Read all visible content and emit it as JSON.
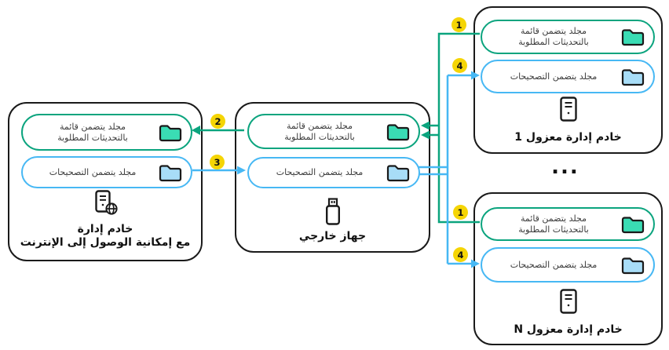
{
  "colors": {
    "green_line": "#0ba47e",
    "green_folder_fill": "#3adcb4",
    "blue_line": "#47b8f4",
    "blue_folder_fill": "#a8ddf7",
    "badge_yellow": "#f5d505",
    "outline_black": "#1a1a1a"
  },
  "steps": [
    "1",
    "2",
    "3",
    "4"
  ],
  "ellipsis": "...",
  "folders": {
    "updates_line1": "مجلد يتضمن قائمة",
    "updates_line2": "بالتحديثات المطلوبة",
    "patches": "مجلد يتضمن التصحيحات"
  },
  "nodes": {
    "internet_server": {
      "label_line1": "خادم إدارة",
      "label_line2": "مع إمكانية الوصول إلى الإنترنت"
    },
    "external_device": {
      "label": "جهاز خارجي"
    },
    "isolated_server_1": {
      "label": "خادم إدارة معزول 1"
    },
    "isolated_server_n": {
      "label": "خادم إدارة معزول N"
    }
  }
}
